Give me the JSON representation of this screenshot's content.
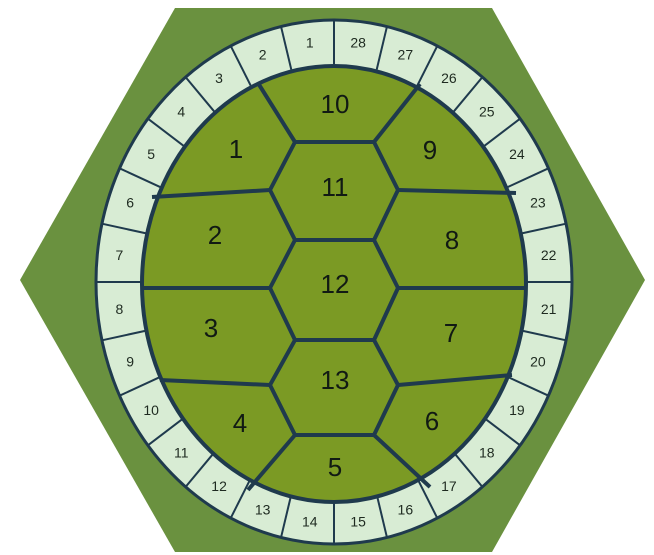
{
  "colors": {
    "background": "#ffffff",
    "hexagon": "#6a913f",
    "rim_fill": "#d8ecd4",
    "scute_fill": "#7b9a24",
    "outline": "#1f3a4d"
  },
  "central_scutes": [
    "10",
    "11",
    "12",
    "13",
    "5"
  ],
  "left_scutes": [
    "1",
    "2",
    "3",
    "4"
  ],
  "right_scutes": [
    "9",
    "8",
    "7",
    "6"
  ],
  "marginal_scutes": [
    "1",
    "2",
    "3",
    "4",
    "5",
    "6",
    "7",
    "8",
    "9",
    "10",
    "11",
    "12",
    "13",
    "14",
    "15",
    "16",
    "17",
    "18",
    "19",
    "20",
    "21",
    "22",
    "23",
    "24",
    "25",
    "26",
    "27",
    "28"
  ]
}
